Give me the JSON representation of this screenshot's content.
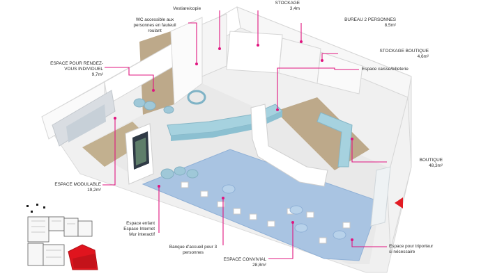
{
  "colors": {
    "accent": "#e0147f",
    "cyan": "#a6d2df",
    "wall": "#f4f4f4",
    "wood": "#b9a88c",
    "blue_floor": "#8fb3d9",
    "floor": "#ededed"
  },
  "labels": {
    "vestiaire": [
      "Vestiare/copie"
    ],
    "stockage": [
      "STOCKAGE",
      "3,4m"
    ],
    "bureau": [
      "BUREAU 2 PERSONNES",
      "8,5m²"
    ],
    "wc": [
      "WC accessible aux",
      "personnes en fauteuil",
      "roulant"
    ],
    "stockage_boutique": [
      "STOCKAGE BOUTIQUE",
      "4,6m²"
    ],
    "rdv": [
      "ESPACE POUR RENDEZ-",
      "VOUS INDIVIDUEL",
      "9,7m²"
    ],
    "caisse": [
      "Espace caisse/billeterie"
    ],
    "boutique": [
      "BOUTIQUE",
      "48,3m²"
    ],
    "modulable": [
      "ESPACE MODULABLE",
      "19,2m²"
    ],
    "enfant": [
      "Espace enfant",
      "Espace Internet",
      "Mur interactif"
    ],
    "banque": [
      "Banque d'accueil pour 3",
      "personnes"
    ],
    "convivial": [
      "ESPACE CONVIVIAL",
      "28,8m²"
    ],
    "triporteur": [
      "Espace pour triporteur",
      "si nécessaire"
    ]
  }
}
